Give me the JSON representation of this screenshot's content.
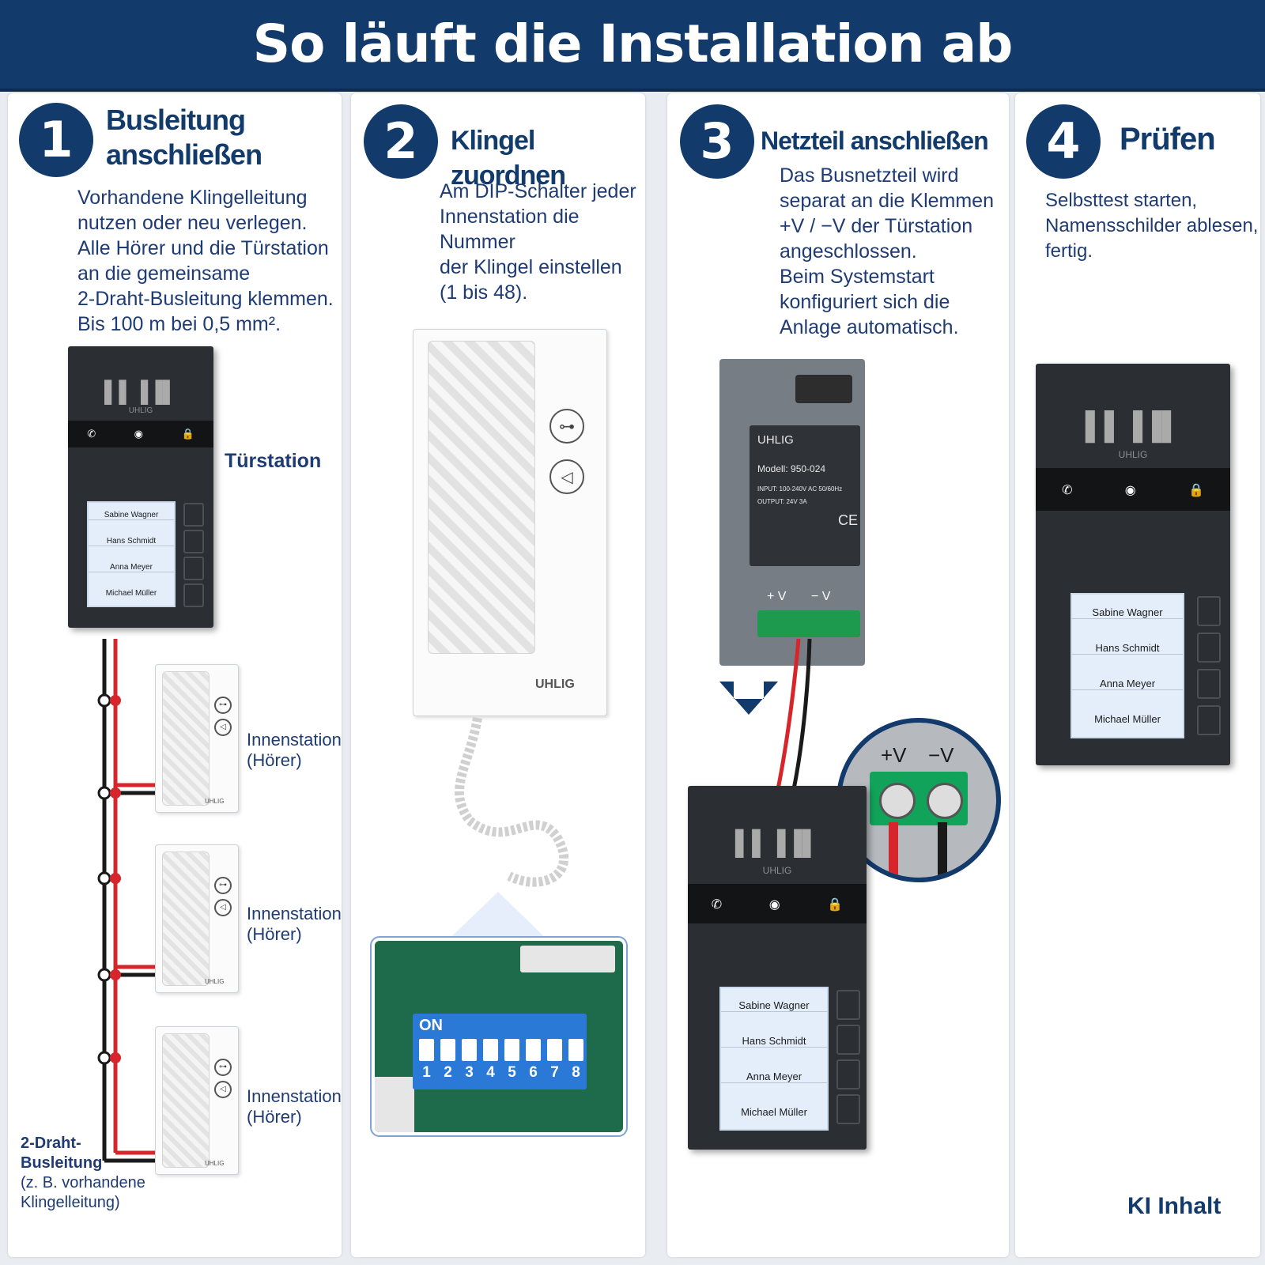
{
  "header": {
    "title": "So läuft die Installation ab"
  },
  "steps": [
    {
      "number": "1",
      "title_line1": "Busleitung",
      "title_line2": "anschließen",
      "desc": [
        "Vorhandene Klingelleitung",
        "nutzen oder neu verlegen.",
        "Alle Hörer und die Türstation",
        "an die gemeinsame",
        "2-Draht-Busleitung klemmen.",
        "Bis 100 m bei 0,5 mm²."
      ]
    },
    {
      "number": "2",
      "title": "Klingel zuordnen",
      "desc": [
        "Am DIP-Schalter jeder",
        "Innenstation die Nummer",
        "der Klingel einstellen",
        "(1 bis 48)."
      ]
    },
    {
      "number": "3",
      "title": "Netzteil anschließen",
      "desc": [
        "Das Busnetzteil wird",
        "separat an die Klemmen",
        "+V / −V der Türstation",
        "angeschlossen.",
        "Beim Systemstart",
        "konfiguriert sich die",
        "Anlage automatisch."
      ]
    },
    {
      "number": "4",
      "title": "Prüfen",
      "desc": [
        "Selbsttest starten,",
        "Namensschilder ablesen,",
        "fertig."
      ]
    }
  ],
  "labels": {
    "door_station": "Türstation",
    "indoor_line1": "Innenstation",
    "indoor_line2": "(Hörer)",
    "bus_line1": "2-Draht-",
    "bus_line2": "Busleitung",
    "bus_line3": "(z. B. vorhandene",
    "bus_line4": "Klingelleitung)"
  },
  "door_names": [
    "Sabine Wagner",
    "Hans Schmidt",
    "Anna Meyer",
    "Michael Müller"
  ],
  "brand": "UHLIG",
  "dip": {
    "on_label": "ON",
    "numbers": [
      "1",
      "2",
      "3",
      "4",
      "5",
      "6",
      "7",
      "8"
    ]
  },
  "psu": {
    "brand": "UHLIG",
    "model": "Modell: 950-024",
    "input": "INPUT: 100-240V AC 50/60Hz",
    "output": "OUTPUT: 24V  3A",
    "ce": "CE",
    "plus_v": "+ V",
    "minus_v": "− V"
  },
  "terminal": {
    "plus": "+V",
    "minus": "−V"
  },
  "footer": {
    "ki": "KI Inhalt"
  },
  "colors": {
    "navy": "#123a6b",
    "wire_red": "#d7262b",
    "wire_black": "#1a1a1a",
    "dip_blue": "#2b79d6",
    "pcb_green": "#1d6b4a",
    "terminal_green": "#12a35a"
  }
}
